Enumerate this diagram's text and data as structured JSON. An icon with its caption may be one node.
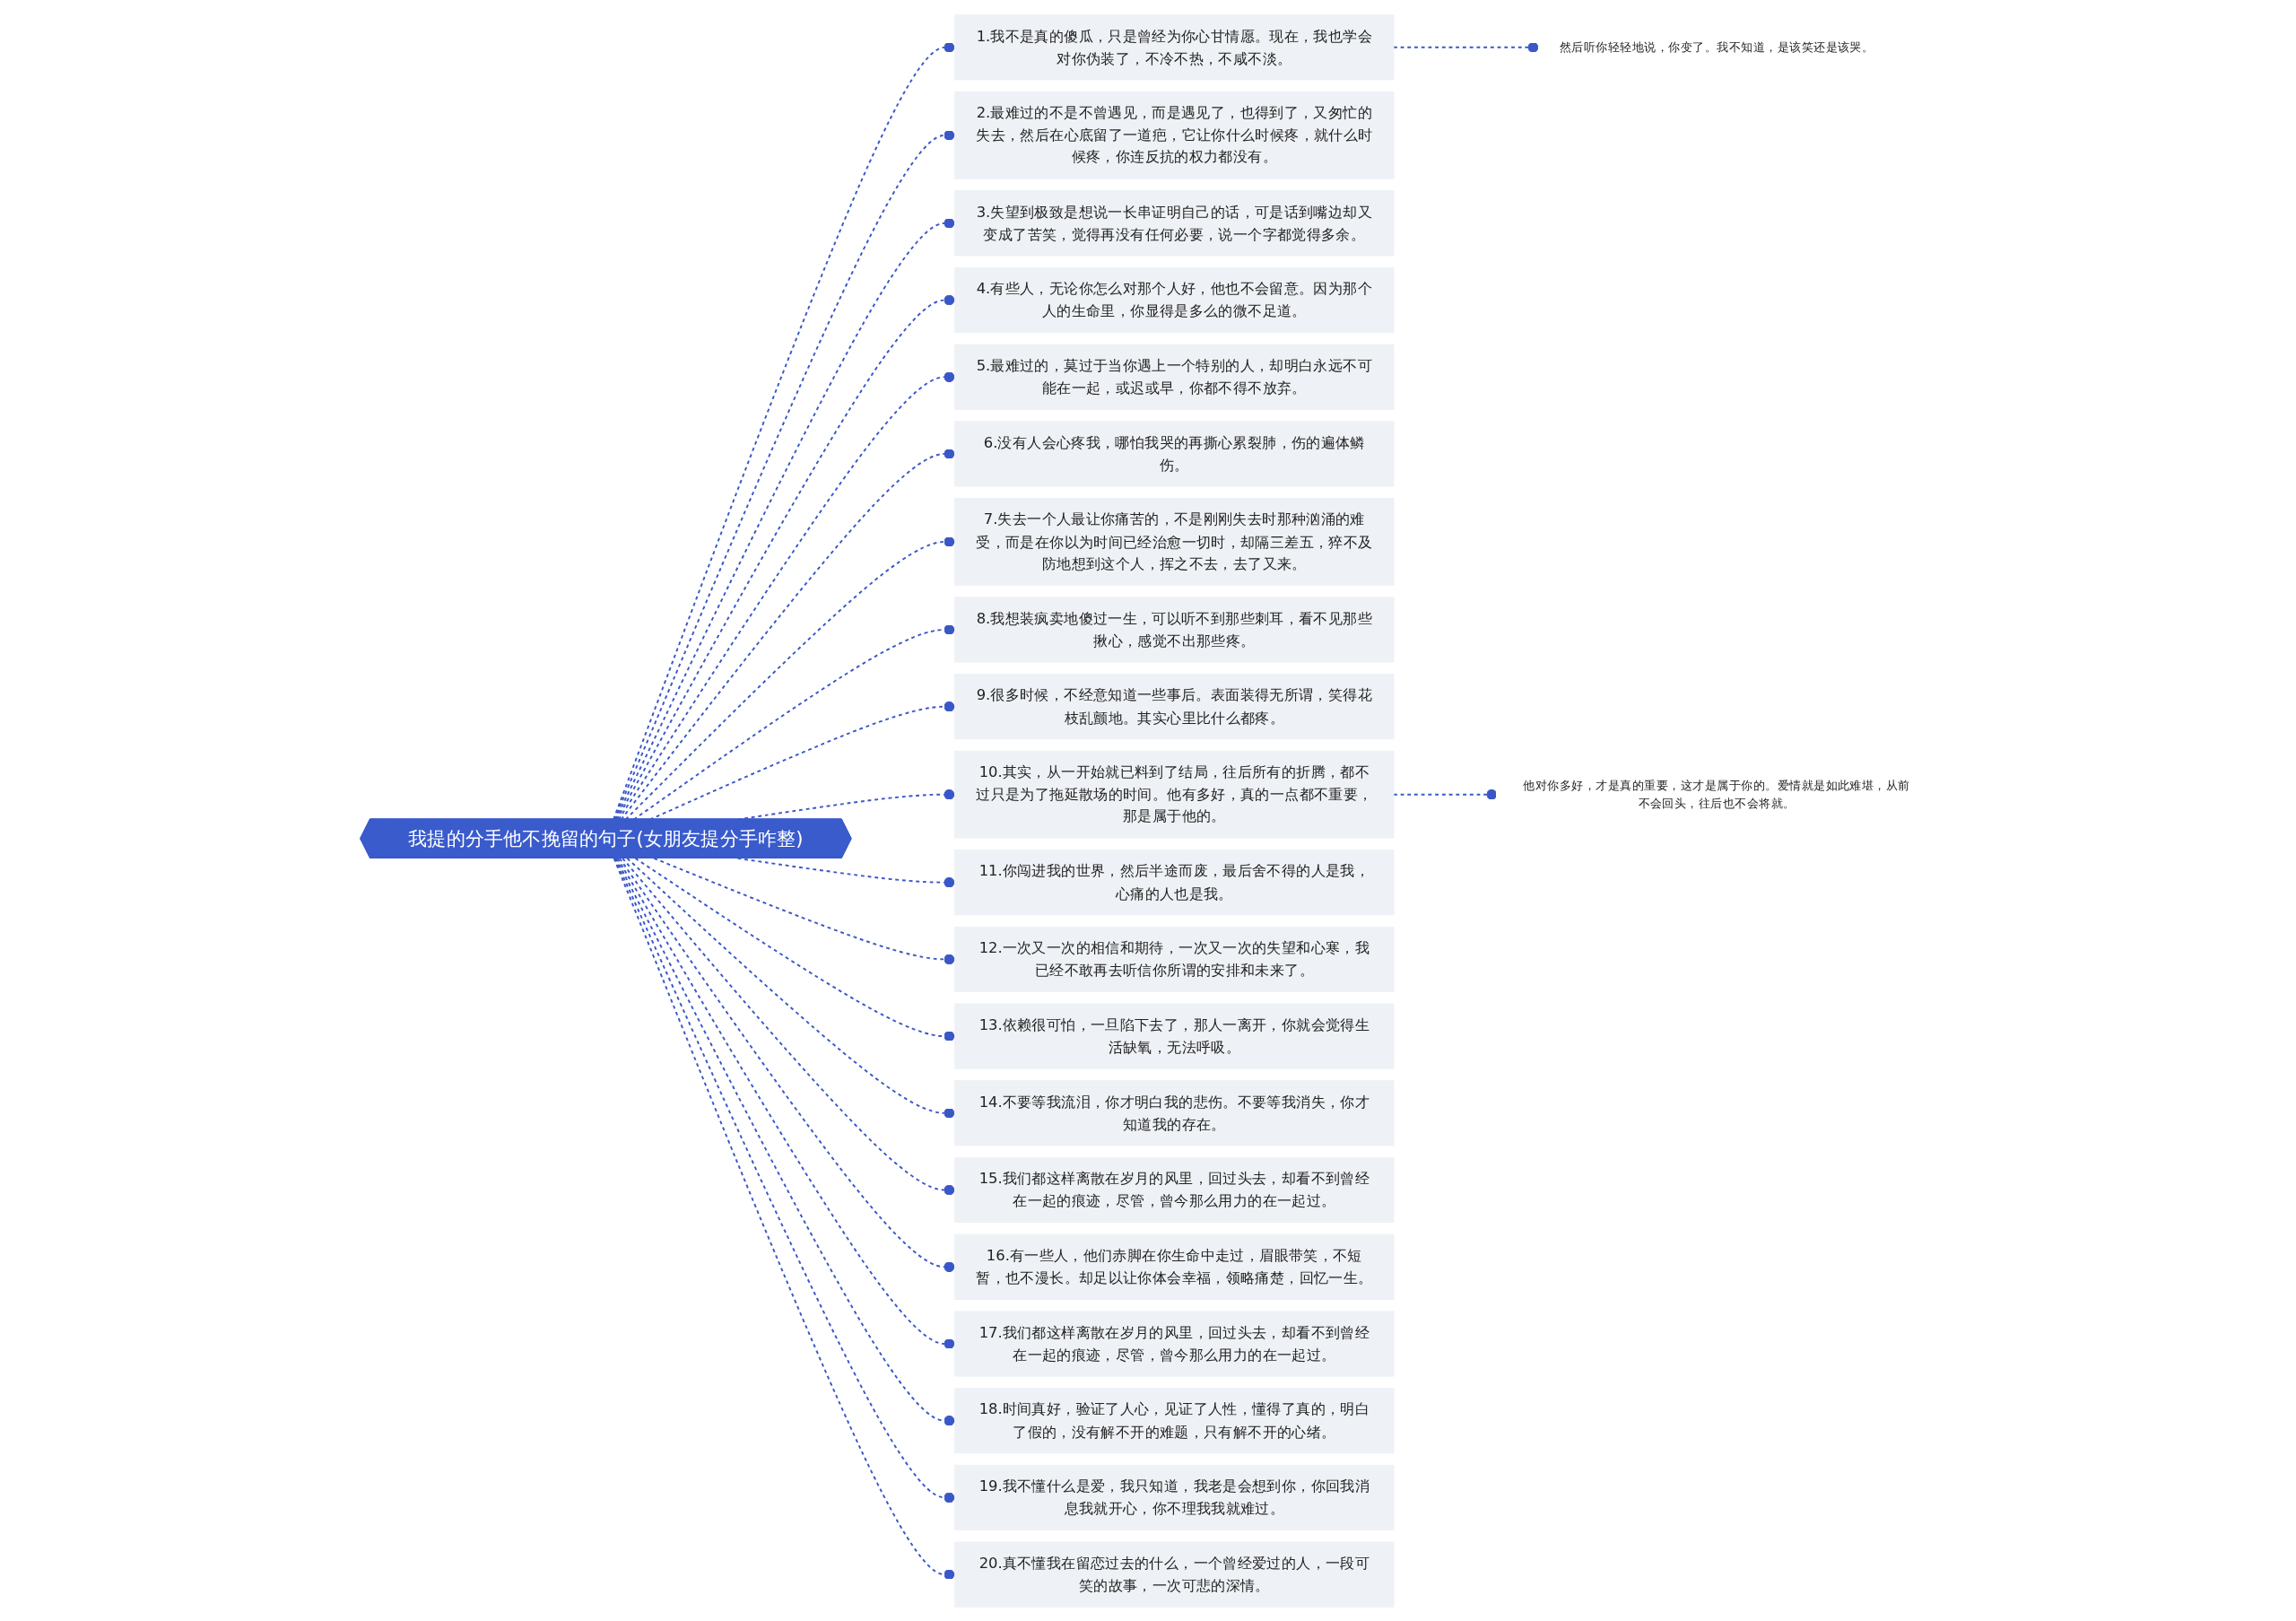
{
  "diagram": {
    "nodes": [
      {
        "text": [
          "我提的分手他不挽留的句子(女朋友提分手咋整)"
        ]
      },
      {
        "text": [
          "1.我不是真的傻瓜，只是曾经为你心甘情愿。现在，我也学会对你伪装了，不冷不热，不咸不淡。"
        ]
      },
      {
        "text": [
          "2.最难过的不是不曾遇见，而是遇见了，也得到了，又匆忙的失去，然后在心底留了一道疤，它让你什么时候疼，就什么时候疼，你连反抗的权力都没有。"
        ]
      },
      {
        "text": [
          "3.失望到极致是想说一长串证明自己的话，可是话到嘴边却又变成了苦笑，觉得再没有任何必要，说一个字都觉得多余。"
        ]
      },
      {
        "text": [
          "4.有些人，无论你怎么对那个人好，他也不会留意。因为那个人的生命里，你显得是多么的微不足道。"
        ]
      },
      {
        "text": [
          "5.最难过的，莫过于当你遇上一个特别的人，却明白永远不可能在一起，或迟或早，你都不得不放弃。"
        ]
      },
      {
        "text": [
          "6.没有人会心疼我，哪怕我哭的再撕心累裂肺，伤的遍体鳞伤。"
        ]
      },
      {
        "text": [
          "7.失去一个人最让你痛苦的，不是刚刚失去时那种汹涌的难受，而是在你以为时间已经治愈一切时，却隔三差五，猝不及防地想到这个人，挥之不去，去了又来。"
        ]
      },
      {
        "text": [
          "8.我想装疯卖地傻过一生，可以听不到那些刺耳，看不见那些揪心，感觉不出那些疼。"
        ]
      },
      {
        "text": [
          "9.很多时候，不经意知道一些事后。表面装得无所谓，笑得花枝乱颤地。其实心里比什么都疼。"
        ]
      },
      {
        "text": [
          "10.其实，从一开始就已料到了结局，往后所有的折腾，都不过只是为了拖延散场的时间。他有多好，真的一点都不重要，那是属于他的。"
        ]
      },
      {
        "text": [
          "11.你闯进我的世界，然后半途而废，最后舍不得的人是我，心痛的人也是我。"
        ]
      },
      {
        "text": [
          "12.一次又一次的相信和期待，一次又一次的失望和心寒，我已经不敢再去听信你所谓的安排和未来了。"
        ]
      },
      {
        "text": [
          "13.依赖很可怕，一旦陷下去了，那人一离开，你就会觉得生活缺氧，无法呼吸。"
        ]
      },
      {
        "text": [
          "14.不要等我流泪，你才明白我的悲伤。不要等我消失，你才知道我的存在。"
        ]
      },
      {
        "text": [
          "15.我们都这样离散在岁月的风里，回过头去，却看不到曾经在一起的痕迹，尽管，曾今那么用力的在一起过。"
        ]
      },
      {
        "text": [
          "16.有一些人，他们赤脚在你生命中走过，眉眼带笑，不短暂，也不漫长。却足以让你体会幸福，领略痛楚，回忆一生。"
        ]
      },
      {
        "text": [
          "17.我们都这样离散在岁月的风里，回过头去，却看不到曾经在一起的痕迹，尽管，曾今那么用力的在一起过。"
        ]
      },
      {
        "text": [
          "18.时间真好，验证了人心，见证了人性，懂得了真的，明白了假的，没有解不开的难题，只有解不开的心绪。"
        ]
      },
      {
        "text": [
          "19.我不懂什么是爱，我只知道，我老是会想到你，你回我消息我就开心，你不理我我就难过。"
        ]
      },
      {
        "text": [
          "20.真不懂我在留恋过去的什么，一个曾经爱过的人，一段可笑的故事，一次可悲的深情。"
        ]
      },
      {
        "text": [
          "然后听你轻轻地说，你变了。我不知道，是该笑还是该哭。"
        ]
      },
      {
        "text": [
          "他对你多好，才是真的重要，这才是属于你的。爱情就是如此难堪，从前不会回头，往后也不会将就。"
        ]
      }
    ],
    "edges": [
      {
        "from": 0,
        "to": 1,
        "arrow": "other",
        "style": "dashed"
      },
      {
        "from": 0,
        "to": 2,
        "arrow": "other",
        "style": "dashed"
      },
      {
        "from": 0,
        "to": 3,
        "arrow": "other",
        "style": "dashed"
      },
      {
        "from": 0,
        "to": 4,
        "arrow": "other",
        "style": "dashed"
      },
      {
        "from": 0,
        "to": 5,
        "arrow": "other",
        "style": "dashed"
      },
      {
        "from": 0,
        "to": 6,
        "arrow": "other",
        "style": "dashed"
      },
      {
        "from": 0,
        "to": 7,
        "arrow": "other",
        "style": "dashed"
      },
      {
        "from": 0,
        "to": 8,
        "arrow": "other",
        "style": "dashed"
      },
      {
        "from": 0,
        "to": 9,
        "arrow": "other",
        "style": "dashed"
      },
      {
        "from": 0,
        "to": 10,
        "arrow": "other",
        "style": "dashed"
      },
      {
        "from": 0,
        "to": 11,
        "arrow": "other",
        "style": "dashed"
      },
      {
        "from": 0,
        "to": 12,
        "arrow": "other",
        "style": "dashed"
      },
      {
        "from": 0,
        "to": 13,
        "arrow": "other",
        "style": "dashed"
      },
      {
        "from": 0,
        "to": 14,
        "arrow": "other",
        "style": "dashed"
      },
      {
        "from": 0,
        "to": 15,
        "arrow": "other",
        "style": "dashed"
      },
      {
        "from": 0,
        "to": 16,
        "arrow": "other",
        "style": "dashed"
      },
      {
        "from": 0,
        "to": 17,
        "arrow": "other",
        "style": "dashed"
      },
      {
        "from": 0,
        "to": 18,
        "arrow": "other",
        "style": "dashed"
      },
      {
        "from": 0,
        "to": 19,
        "arrow": "other",
        "style": "dashed"
      },
      {
        "from": 0,
        "to": 20,
        "arrow": "other",
        "style": "dashed"
      },
      {
        "from": 1,
        "to": 21,
        "arrow": "other",
        "style": "dashed"
      },
      {
        "from": 10,
        "to": 22,
        "arrow": "other",
        "style": "dashed"
      }
    ]
  }
}
